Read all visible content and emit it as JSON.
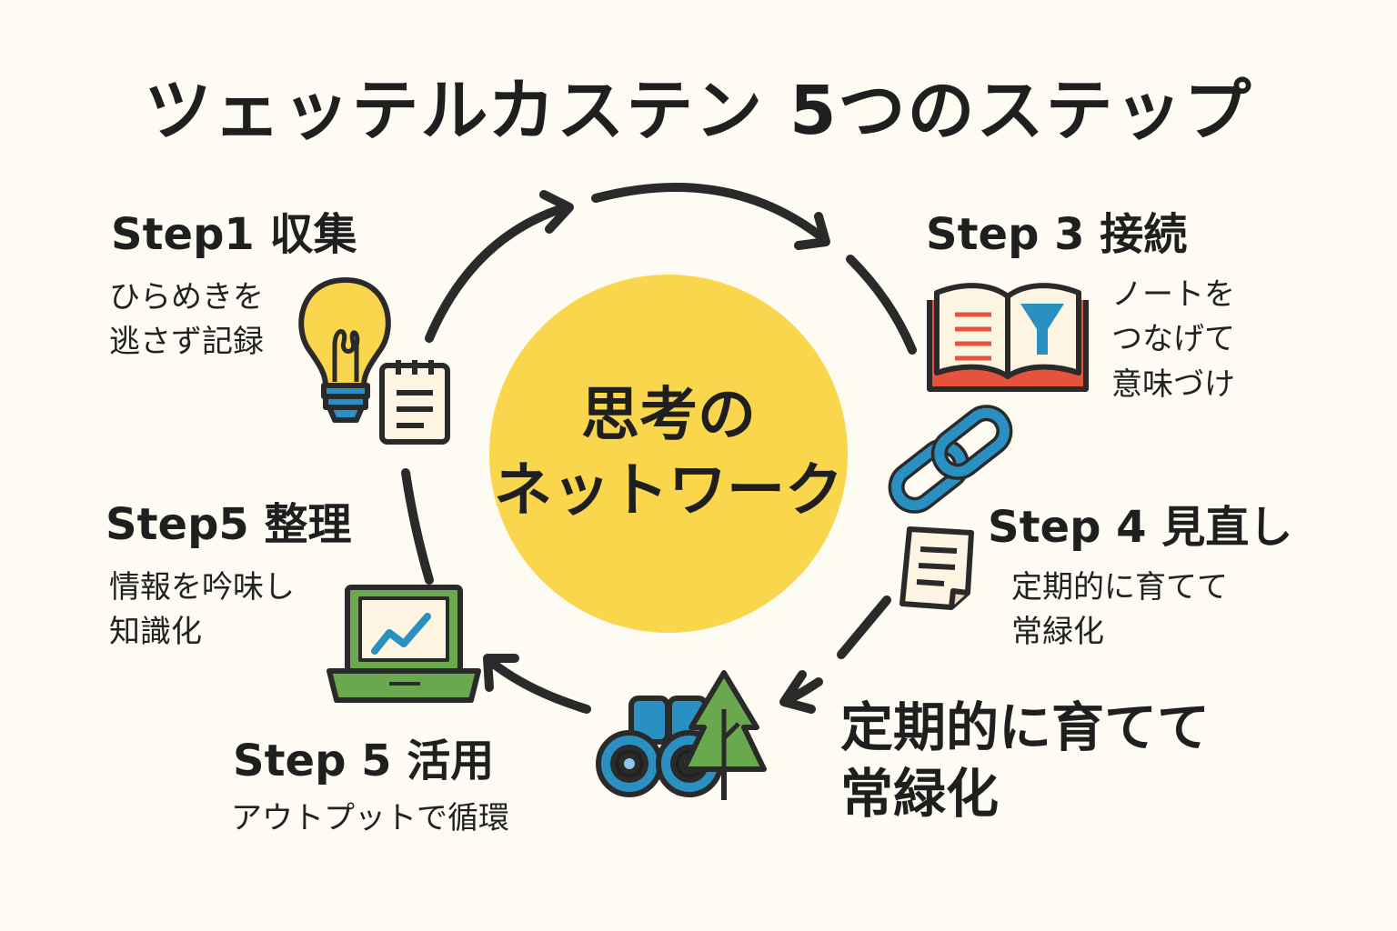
{
  "title": "ツェッテルカステン 5つのステップ",
  "center": {
    "label": "思考の\nネットワーク"
  },
  "steps": [
    {
      "head": "Step1 収集",
      "desc": "ひらめきを\n逃さず記録"
    },
    {
      "head": "Step 3 接続",
      "desc": "ノートを\nつなげて\n意味づけ"
    },
    {
      "head": "Step 4 見直し",
      "desc": "定期的に育てて\n常緑化"
    },
    {
      "head": "Step5 整理",
      "desc": "情報を吟味し\n知識化"
    },
    {
      "head": "Step 5 活用",
      "desc": "アウトプットで循環"
    }
  ],
  "big_note": "定期的に育てて\n常緑化",
  "icons": [
    "lightbulb-icon",
    "notepad-icon",
    "open-book-icon",
    "chain-link-icon",
    "document-icon",
    "laptop-chart-icon",
    "binoculars-icon",
    "tree-icon"
  ],
  "colors": {
    "background": "#fdfbf2",
    "center": "#f9d64b",
    "arrow": "#2a2a2a",
    "blue": "#2a8fc1",
    "red": "#e5533d",
    "green": "#6aa84f"
  }
}
